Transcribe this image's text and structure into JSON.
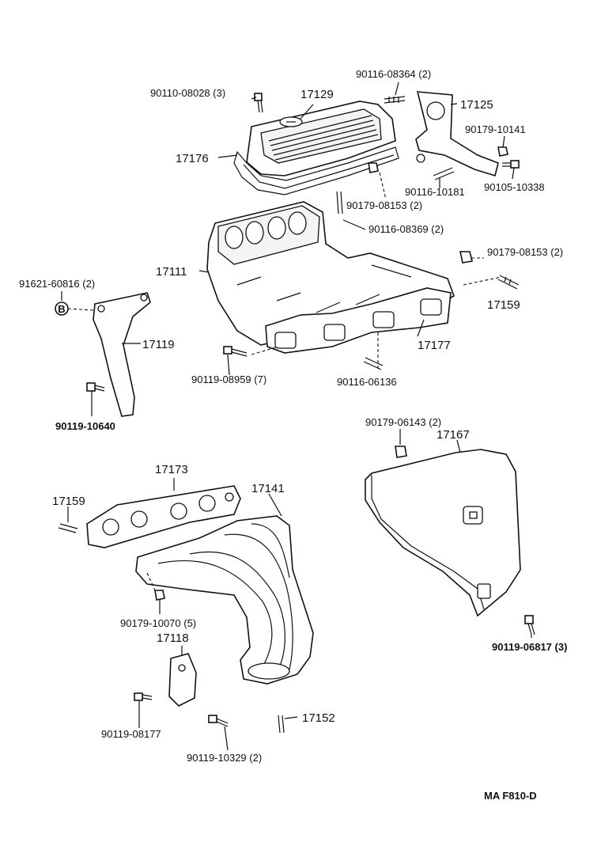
{
  "diagram": {
    "callouts": {
      "p90110_08028": "90110-08028 (3)",
      "p17129": "17129",
      "p90116_08364": "90116-08364 (2)",
      "p17125": "17125",
      "p90179_10141": "90179-10141",
      "p17176": "17176",
      "p90116_10181": "90116-10181",
      "p90105_10338": "90105-10338",
      "p90179_08153_a": "90179-08153 (2)",
      "p90116_08369": "90116-08369 (2)",
      "p90179_08153_b": "90179-08153 (2)",
      "p17111": "17111",
      "p91621_60816": "91621-60816 (2)",
      "p17159_a": "17159",
      "p17119": "17119",
      "p17177": "17177",
      "p90119_08959": "90119-08959 (7)",
      "p90116_06136": "90116-06136",
      "p90119_10640": "90119-10640",
      "p90179_06143": "90179-06143 (2)",
      "p17167": "17167",
      "p17173": "17173",
      "p17159_b": "17159",
      "p17141": "17141",
      "p90179_10070": "90179-10070 (5)",
      "p17118": "17118",
      "p90119_06817": "90119-06817 (3)",
      "p17152": "17152",
      "p90119_08177": "90119-08177",
      "p90119_10329": "90119-10329 (2)"
    },
    "marker_letter": "B",
    "figure_code": "MA  F810-D"
  }
}
